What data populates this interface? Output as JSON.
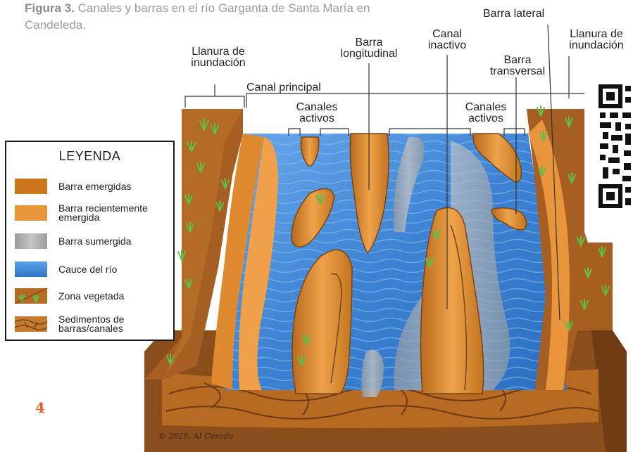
{
  "caption": {
    "bold": "Figura 3.",
    "text": " Canales y barras en el río Garganta de Santa María en Candeleda."
  },
  "labels": {
    "llanura_left": "Llanura de\ninundación",
    "canal_principal": "Canal principal",
    "canales_activos_left": "Canales\nactivos",
    "barra_longitudinal": "Barra\nlongitudinal",
    "canal_inactivo": "Canal\ninactivo",
    "barra_lateral": "Barra lateral",
    "llanura_right": "Llanura de\ninundación",
    "barra_transversal": "Barra\ntransversal",
    "canales_activos_right": "Canales\nactivos"
  },
  "legend": {
    "title": "LEYENDA",
    "items": [
      {
        "label": "Barra emergidas",
        "color": "#c9761c"
      },
      {
        "label": "Barra recientemente\nemergida",
        "color": "#e9953a"
      },
      {
        "label": "Barra sumergida",
        "color": "#a9a9a9"
      },
      {
        "label": "Cauce del río",
        "color": "#3f86d6"
      },
      {
        "label": "Zona vegetada",
        "color": "#b56a22"
      },
      {
        "label": "Sedimentos de\nbarras/canales",
        "color": "#c47b2e"
      }
    ]
  },
  "page_number": "4",
  "copyright": "© 2020. AI Casado",
  "colors": {
    "water": "#3f86d6",
    "bank": "#a85f22",
    "bar": "#e39135",
    "submerged": "#9aa7b3",
    "vegetation": "#5cc04a"
  }
}
